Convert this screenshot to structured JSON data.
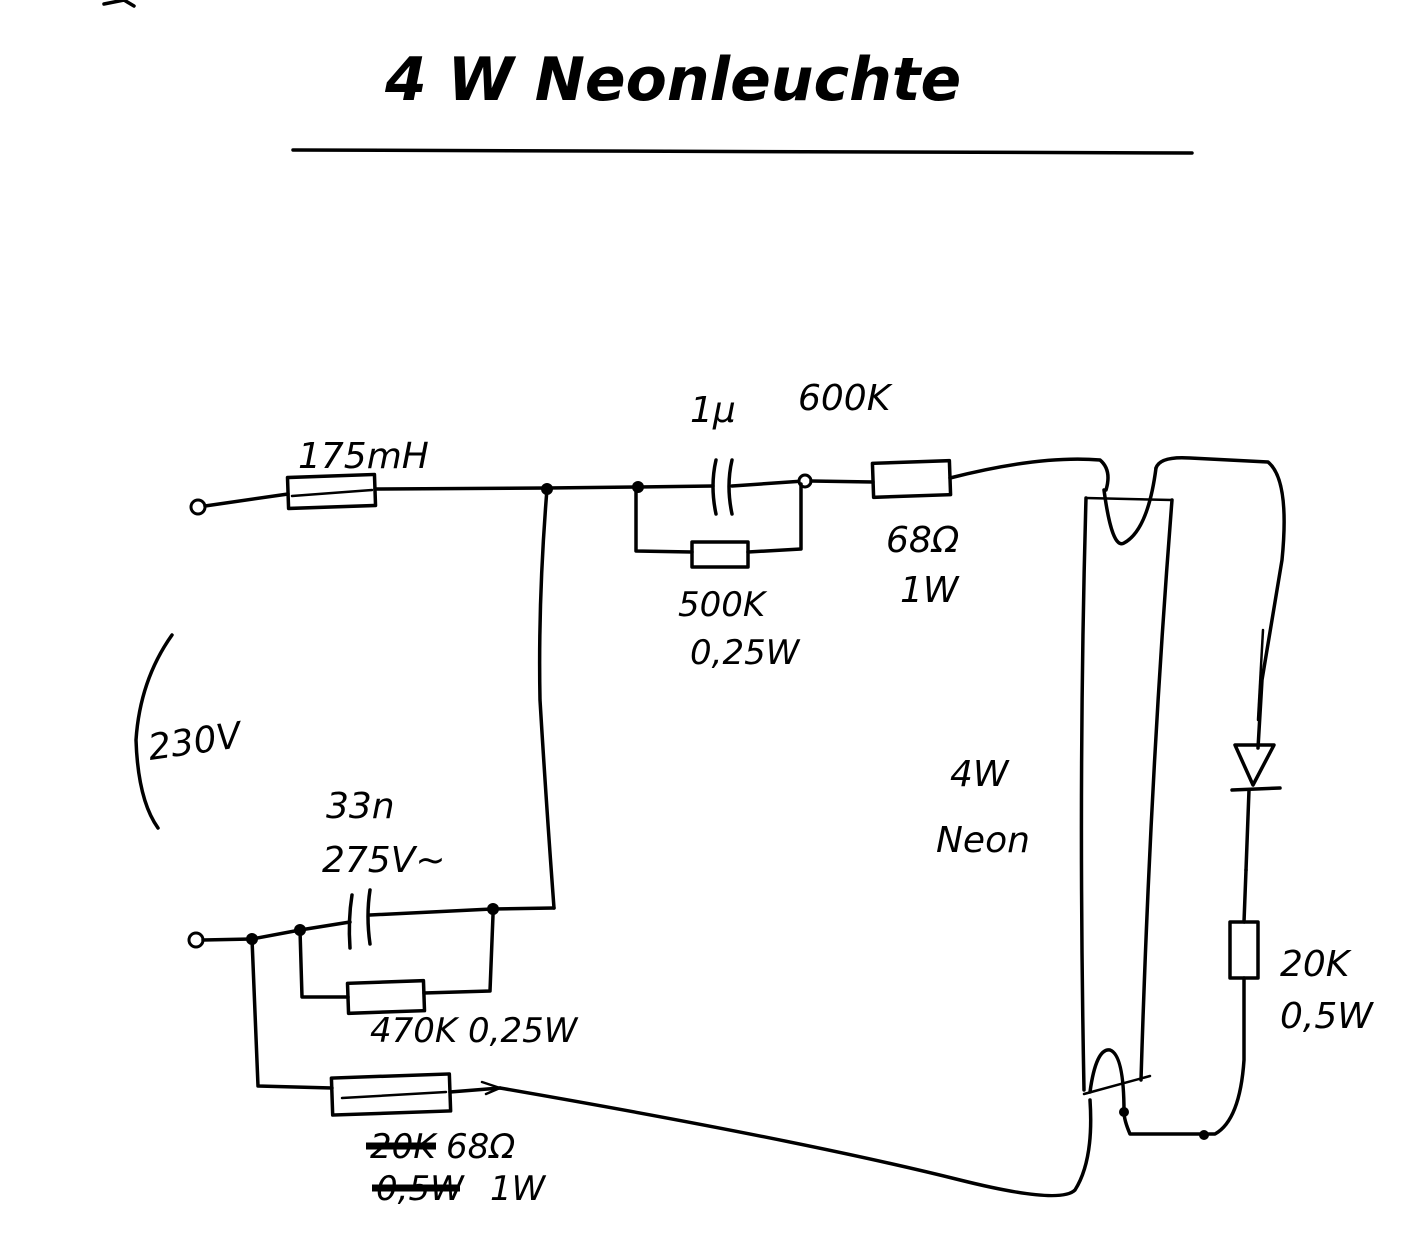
{
  "title": "4 W Neonleuchte",
  "labels": {
    "supply_voltage": "230V",
    "choke": "175mH",
    "cap_top": "1µ",
    "cap_top_alt": "600K",
    "res_top_bypass_value": "500K",
    "res_top_bypass_power": "0,25W",
    "res_series_value": "68Ω",
    "res_series_power": "1W",
    "cap_bottom_value": "33n",
    "cap_bottom_voltage": "275V~",
    "res_bottom_bypass": "470K 0,25W",
    "res_bottom_old_value": "20K",
    "res_bottom_new_value": "68Ω",
    "res_bottom_old_power": "0,5W",
    "res_bottom_new_power": "1W",
    "tube_line1": "4W",
    "tube_line2": "Neon",
    "res_right_value": "20K",
    "res_right_power": "0,5W"
  }
}
